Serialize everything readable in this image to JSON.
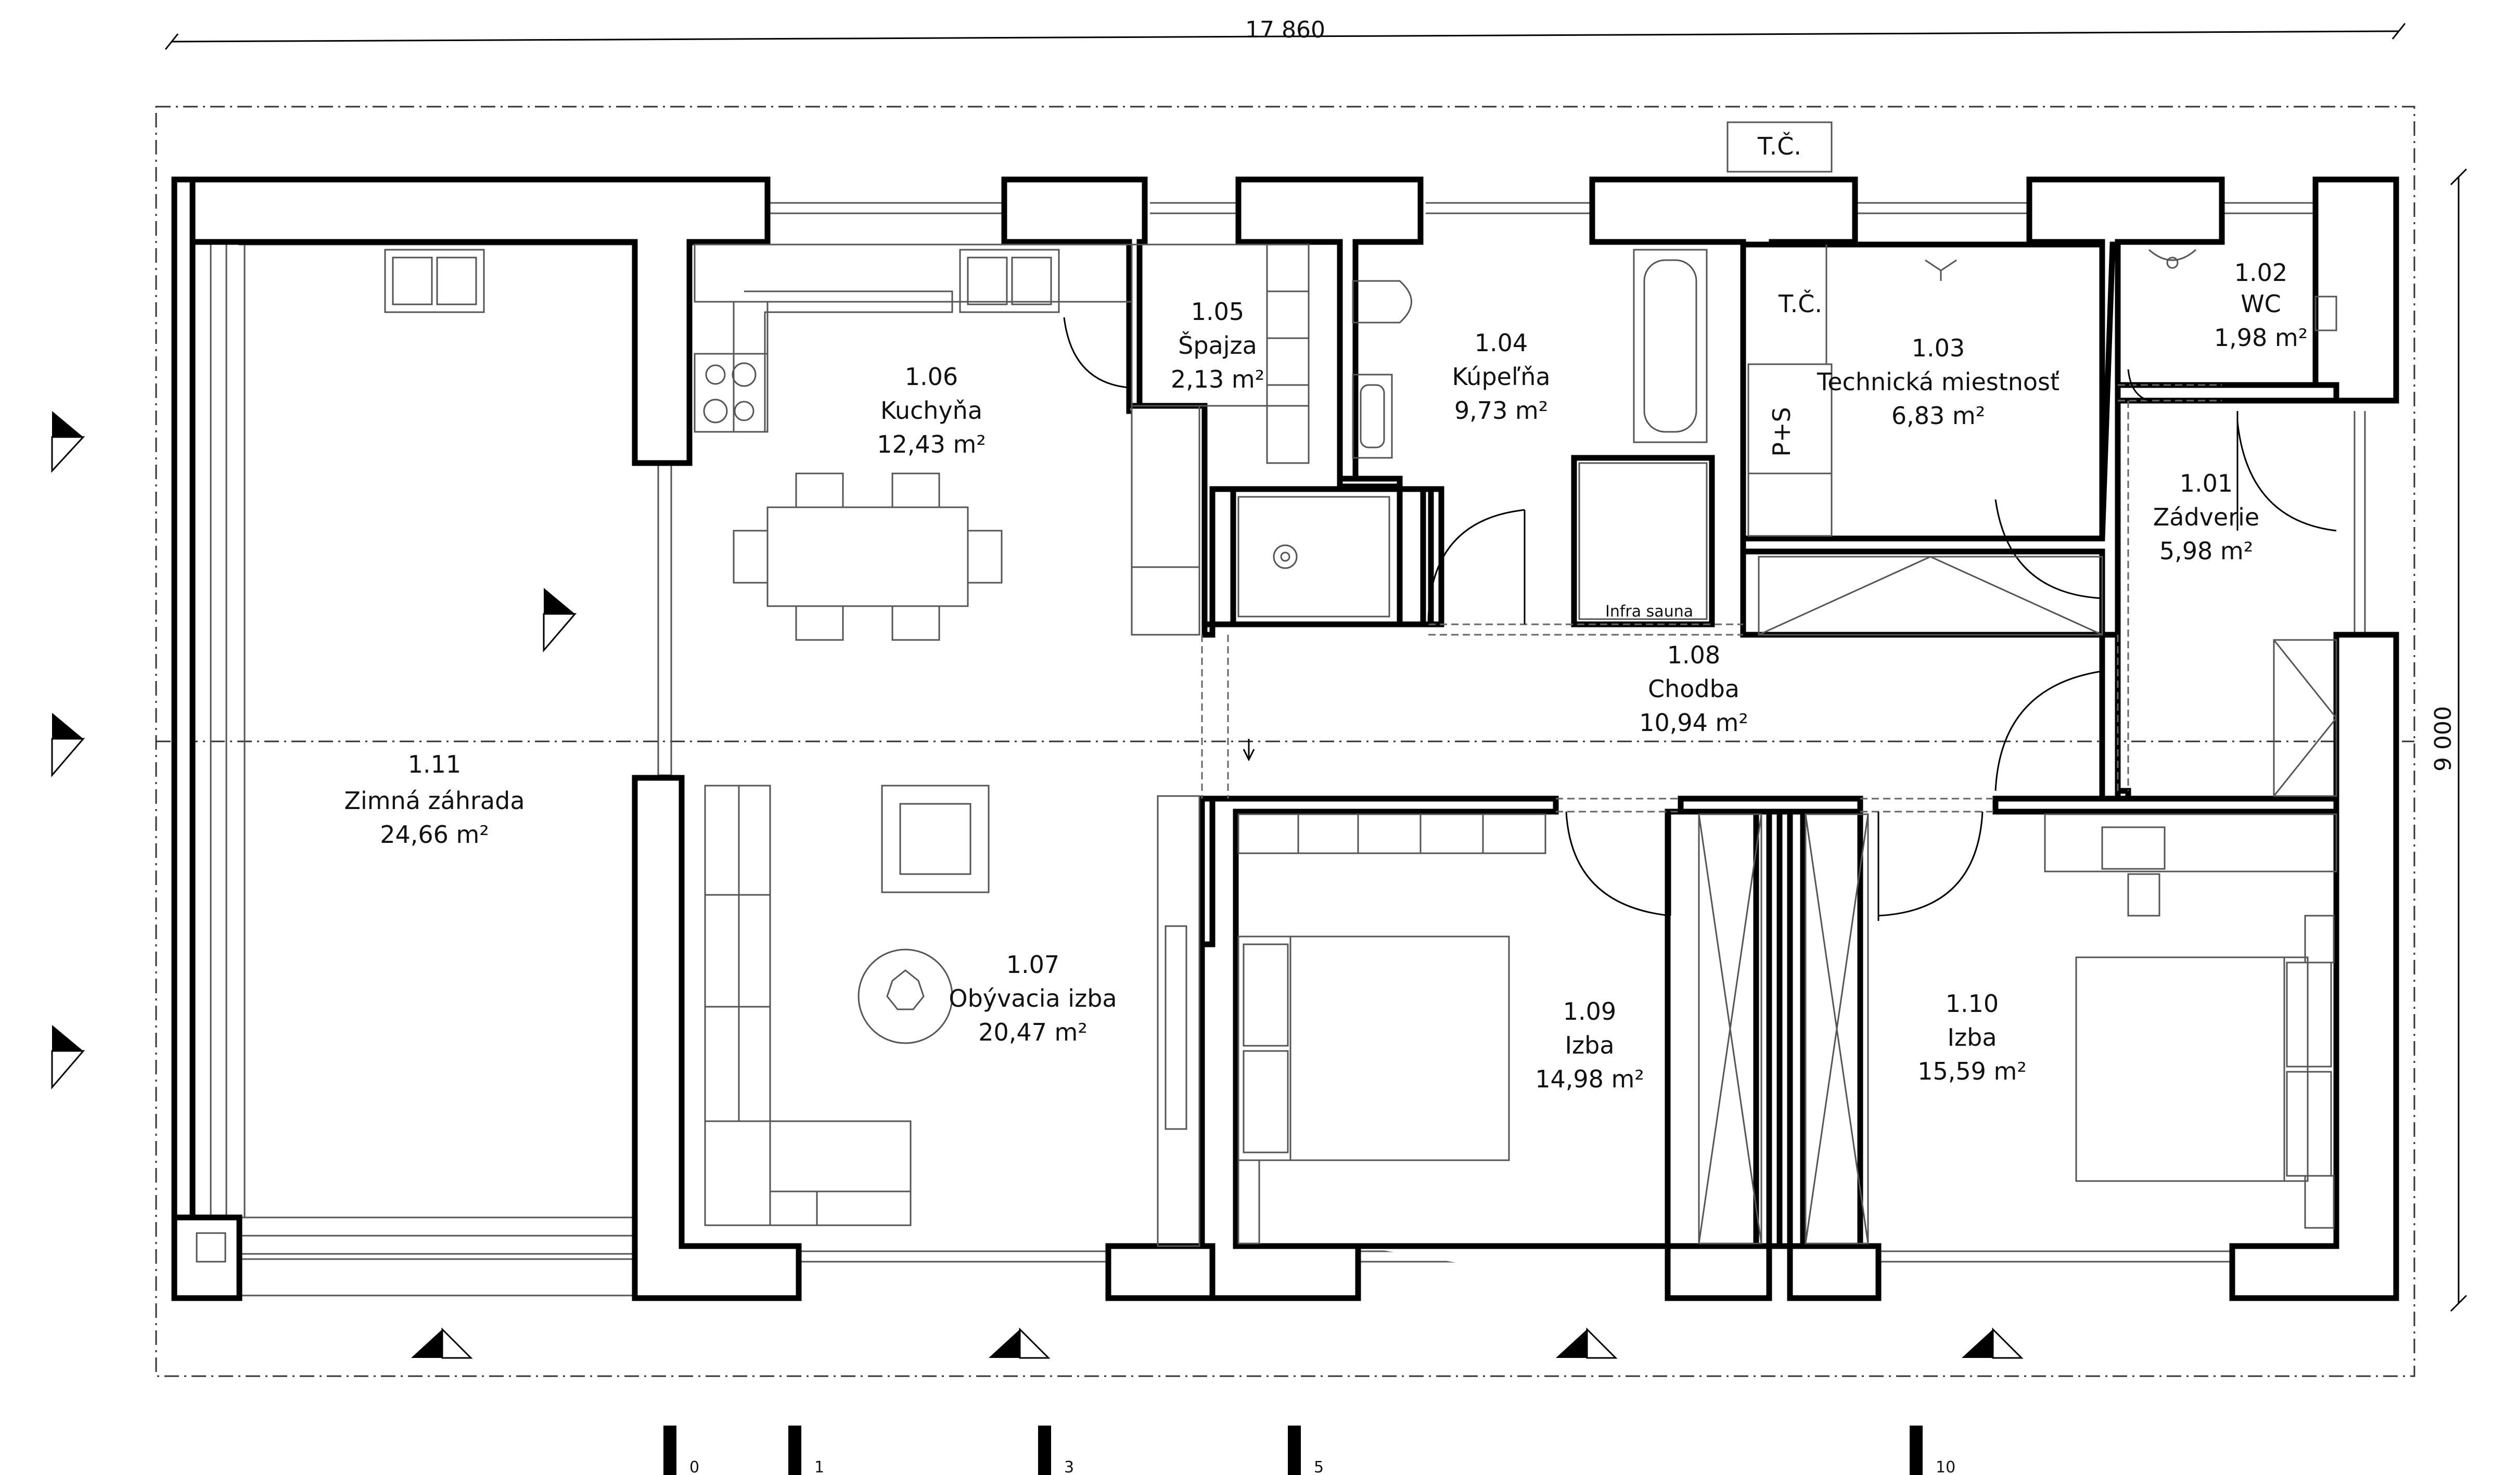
{
  "dimensions": {
    "width": "17 860",
    "height": "9 000"
  },
  "labels": {
    "heat_pump_outdoor": "T.Č.",
    "heat_pump_indoor": "T.Č.",
    "boiler": "P+S",
    "sauna": "Infra sauna"
  },
  "rooms": [
    {
      "number": "1.01",
      "name": "Zádverie",
      "area": "5,98 m²"
    },
    {
      "number": "1.02",
      "name": "WC",
      "area": "1,98 m²"
    },
    {
      "number": "1.03",
      "name": "Technická miestnosť",
      "area": "6,83 m²"
    },
    {
      "number": "1.04",
      "name": "Kúpeľňa",
      "area": "9,73 m²"
    },
    {
      "number": "1.05",
      "name": "Špajza",
      "area": "2,13 m²"
    },
    {
      "number": "1.06",
      "name": "Kuchyňa",
      "area": "12,43 m²"
    },
    {
      "number": "1.07",
      "name": "Obývacia izba",
      "area": "20,47 m²"
    },
    {
      "number": "1.08",
      "name": "Chodba",
      "area": "10,94 m²"
    },
    {
      "number": "1.09",
      "name": "Izba",
      "area": "14,98 m²"
    },
    {
      "number": "1.10",
      "name": "Izba",
      "area": "15,59 m²"
    },
    {
      "number": "1.11",
      "name": "Zimná záhrada",
      "area": "24,66 m²"
    }
  ],
  "scale_bar": [
    "0",
    "1",
    "3",
    "5",
    "10"
  ]
}
